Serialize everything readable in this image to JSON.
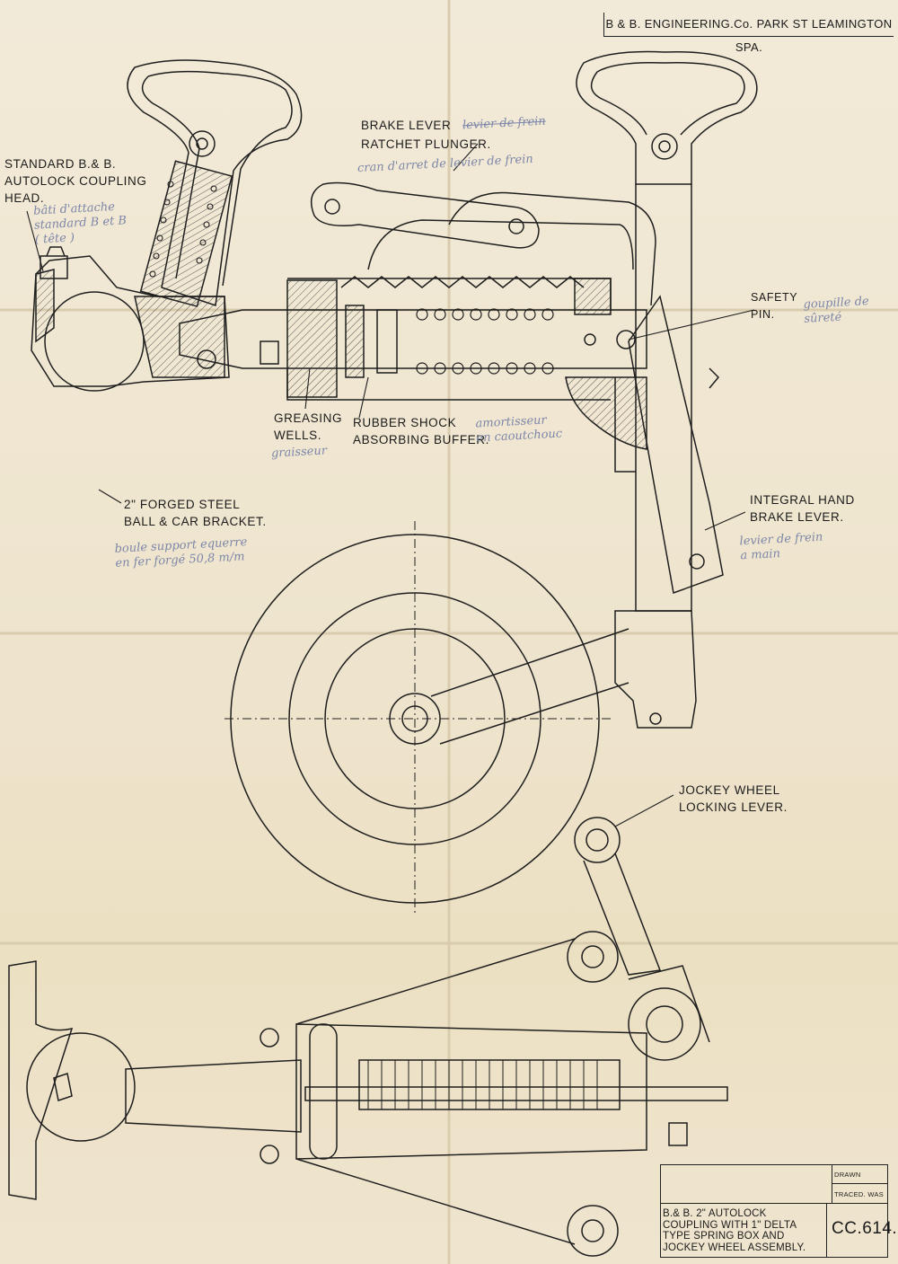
{
  "header": {
    "company": "B & B. ENGINEERING.Co. PARK ST LEAMINGTON SPA."
  },
  "labels": {
    "coupling_head": "STANDARD B.& B.\nAUTOLOCK COUPLING\nHEAD.",
    "brake_lever": "BRAKE LEVER",
    "ratchet_plunger": "RATCHET PLUNGER.",
    "safety_pin": "SAFETY\nPIN.",
    "greasing_wells": "GREASING\nWELLS.",
    "rubber_buffer": "RUBBER SHOCK\nABSORBING BUFFER.",
    "ball_bracket": "2\" FORGED STEEL\nBALL & CAR BRACKET.",
    "hand_brake": "INTEGRAL HAND\nBRAKE LEVER.",
    "jockey_lever": "JOCKEY WHEEL\nLOCKING LEVER."
  },
  "annotations": {
    "coupling_head": "bâti d'attache\nstandard B et B\n( tête )",
    "brake_lever": "levier de frein",
    "ratchet_plunger": "cran d'arret de levier de frein",
    "safety_pin": "goupille de\nsûreté",
    "greasing_wells": "graisseur",
    "rubber_buffer": "amortisseur\nen caoutchouc",
    "ball_bracket": "boule support equerre\nen fer forgé 50,8 m/m",
    "hand_brake": "levier de frein\na main"
  },
  "title_block": {
    "drawn_label": "DRAWN",
    "traced_label": "TRACED. WAS",
    "title": "B.& B. 2\" AUTOLOCK\nCOUPLING WITH 1\" DELTA\nTYPE SPRING BOX AND\nJOCKEY WHEEL ASSEMBLY.",
    "drawing_number": "CC.614."
  },
  "colors": {
    "paper": "#efe6d2",
    "ink": "#1b1b1b",
    "pencil": "#7d86a8"
  }
}
